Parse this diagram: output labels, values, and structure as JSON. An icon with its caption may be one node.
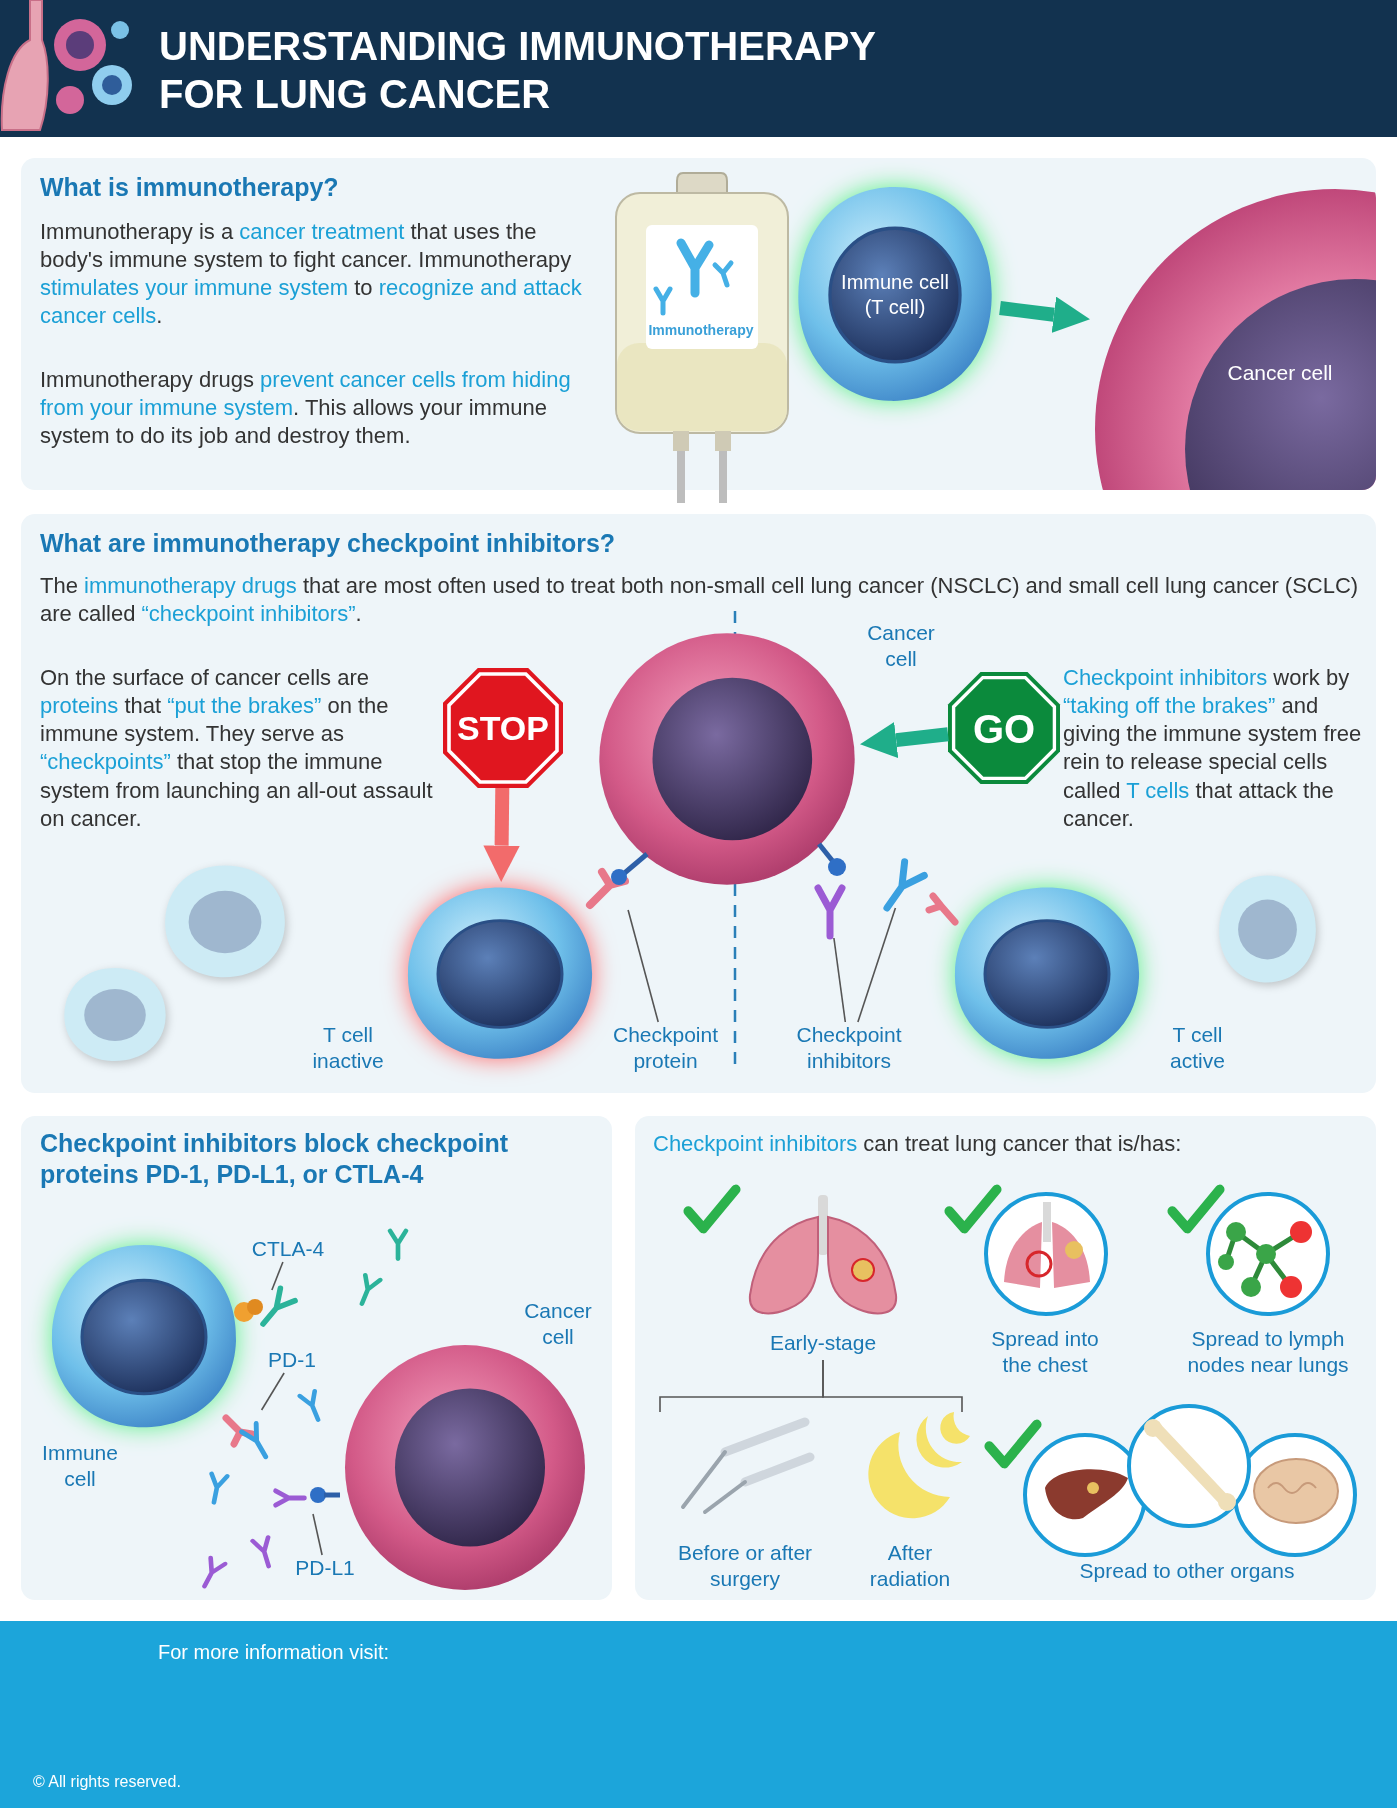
{
  "diagram": {
    "title": "UNDERSTANDING IMMUNOTHERAPY FOR LUNG CANCER",
    "nodes": [
      {
        "text": [
          "Immune cell (T cell)"
        ]
      },
      {
        "text": [
          "Cancer cell"
        ]
      },
      {
        "text": [
          "Immunotherapy"
        ]
      },
      {
        "text": [
          "STOP"
        ]
      },
      {
        "text": [
          "GO"
        ]
      },
      {
        "text": [
          "Cancer cell"
        ]
      },
      {
        "text": [
          "T cell inactive"
        ]
      },
      {
        "text": [
          "T cell active"
        ]
      },
      {
        "text": [
          "Checkpoint protein"
        ]
      },
      {
        "text": [],
        "shape": "picture"
      },
      {
        "text": [
          "Checkpoint inhibitors"
        ]
      },
      {
        "text": [],
        "shape": "picture"
      },
      {
        "text": [],
        "shape": "picture"
      },
      {
        "text": [
          "Immune cell"
        ]
      },
      {
        "text": [
          "Cancer cell"
        ]
      },
      {
        "text": [
          "CTLA-4"
        ]
      },
      {
        "text": [],
        "shape": "picture"
      },
      {
        "text": [
          "PD-1"
        ]
      },
      {
        "text": [],
        "shape": "picture"
      },
      {
        "text": [
          "PD-L1"
        ]
      },
      {
        "text": [],
        "shape": "picture"
      },
      {
        "text": [
          "Early-stage"
        ]
      },
      {
        "text": [
          "Before or after surgery"
        ]
      },
      {
        "text": [
          "After radiation"
        ]
      }
    ],
    "edges": [
      {
        "from": 0,
        "to": 1,
        "arrow": "to",
        "style": "thick",
        "color": "#1fae8a"
      },
      {
        "from": 3,
        "to": 6,
        "arrow": "to",
        "style": "thick",
        "color": "#f26b6b"
      },
      {
        "from": 4,
        "to": 5,
        "arrow": "to",
        "style": "thick",
        "color": "#1fae8a"
      },
      {
        "from": 8,
        "to": 9,
        "arrow": "none"
      },
      {
        "from": 10,
        "to": 11,
        "arrow": "none"
      },
      {
        "from": 10,
        "to": 12,
        "arrow": "none"
      },
      {
        "from": 15,
        "to": 16,
        "arrow": "none"
      },
      {
        "from": 17,
        "to": 18,
        "arrow": "none"
      },
      {
        "from": 19,
        "to": 20,
        "arrow": "none"
      },
      {
        "from": 21,
        "to": 22,
        "arrow": "none"
      },
      {
        "from": 21,
        "to": 23,
        "arrow": "none"
      }
    ],
    "labels": [
      "What is immunotherapy?",
      "Immunotherapy is a **cancer treatment** that uses the body's immune system to fight cancer. Immunotherapy **stimulates your immune system** to **recognize and attack cancer cells**.",
      "Immunotherapy drugs **prevent cancer cells from hiding from your immune system**. This allows your immune system to do its job and destroy them.",
      "What are immunotherapy checkpoint inhibitors?",
      "The **immunotherapy drugs** that are most often used to treat both non-small cell lung cancer (NSCLC) and small cell lung cancer (SCLC) are called **“checkpoint inhibitors”**.",
      "On the surface of cancer cells are **proteins** that **“put the brakes”** on the immune system. They serve as **“checkpoints”** that stop the immune system from launching an all-out assault on cancer.",
      "**Checkpoint inhibitors** work by **“taking off the brakes”** and giving the immune system free rein to release special cells called **T cells** that attack the cancer.",
      "Checkpoint inhibitors block checkpoint proteins PD-1, PD-L1, or CTLA-4",
      "**Checkpoint inhibitors** can treat lung cancer that is/has:",
      "Spread into the chest",
      "Spread to lymph nodes near lungs",
      "Spread to other organs",
      "For more information visit:",
      "© All rights reserved."
    ]
  }
}
